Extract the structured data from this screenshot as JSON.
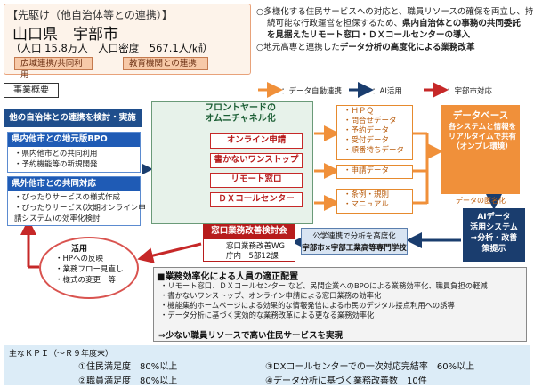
{
  "header": {
    "tag": "【先駆け（他自治体等との連携）】",
    "city": "山口県　宇部市",
    "stats": "（人口 15.8万人　人口密度　567.1人/㎢）",
    "pill_1": "広域連携/共同利用",
    "pill_2": "教育機関との連携"
  },
  "summary": {
    "line1": "○多様化する住民サービスへの対応と、職員リソースの確保を両立し、持",
    "line2a": "続可能な行政運営を担保するため、",
    "line2b": "県内自治体との事務の共同委託",
    "line3": "を見据えたリモート窓口・ＤＸコールセンターの導入",
    "line4a": "○地元高専と連携した",
    "line4b": "データ分析の高度化による業務改革"
  },
  "section_label": "事業概要",
  "legend": {
    "auto": "：データ自動連携",
    "ai": "：AI活用",
    "city": "：宇部市対応"
  },
  "left": {
    "title": "他の自治体との連携を検討・実施",
    "bpo_title": "県内他市との地元版BPO",
    "bpo_items": [
      "・県内他市との共同利用",
      "・予約機能等の新規開発"
    ],
    "joint_title": "県外他市との共同対応",
    "joint_items": [
      "・ぴったりサービスの様式作成",
      "・ぴったりサービス(次期オンライン申",
      "  請システム)の効率化検討"
    ]
  },
  "front": {
    "title_line1": "フロントヤードの",
    "title_line2": "オムニチャネル化",
    "buttons": [
      "オンライン申請",
      "書かないワンストップ",
      "リモート窓口",
      "ＤＸコールセンター"
    ]
  },
  "data_lists": {
    "group1": [
      "・ＨＰＱ",
      "・問合せデータ",
      "・予約データ",
      "・受付データ",
      "・順番待ちデータ"
    ],
    "group2": [
      "・申請データ"
    ],
    "group3": [
      "・条例・規則",
      "・マニュアル"
    ]
  },
  "database": {
    "title": "データベース",
    "text_line1": "各システムと情報を",
    "text_line2": "リアルタイムで共有",
    "text_line3": "（オンプレ環境）",
    "anon": "データの匿名化"
  },
  "ai": {
    "line1": "AIデータ",
    "line2": "活用システム",
    "line3": "⇒分析・改善",
    "line4": "策提示"
  },
  "public": {
    "line1": "公学連携で分析を高度化",
    "line2": "宇部市×宇部工業高等専門学校"
  },
  "committee": {
    "title": "窓口業務改善検討会",
    "line1": "窓口業務改善WG",
    "line2": "庁内　5部12課"
  },
  "utilization": {
    "title": "活用",
    "items": [
      "・HPへの反映",
      "・業務フロー見直し",
      "・様式の変更　等"
    ]
  },
  "efficiency": {
    "title": "■業務効率化による人員の適正配置",
    "items": [
      "・リモート窓口、ＤＸコールセンター など、民間企業へのBPOによる業務効率化、職員負担の軽減",
      "・書かないワンストップ、オンライン申請による窓口業務の効率化",
      "・機能集約ホームページによる効果的な情報発信による市民のデジタル接点利用への誘導",
      "・データ分析に基づく実効的な業務改革による更なる業務効率化"
    ],
    "result": "⇒少ない職員リソースで高い住民サービスを実現"
  },
  "kpi": {
    "heading": "主なＫＰＩ（～Ｒ９年度末）",
    "k1": "①住民満足度　80%以上",
    "k2": "②職員満足度　80%以上",
    "k3": "③DXコールセンターでの一次対応完結率　60%以上",
    "k4": "④データ分析に基づく業務改善数　10件"
  },
  "colors": {
    "orange": "#f0903a",
    "navy": "#1a3d6e",
    "red": "#b71c1c",
    "green": "#e7f2ea"
  }
}
